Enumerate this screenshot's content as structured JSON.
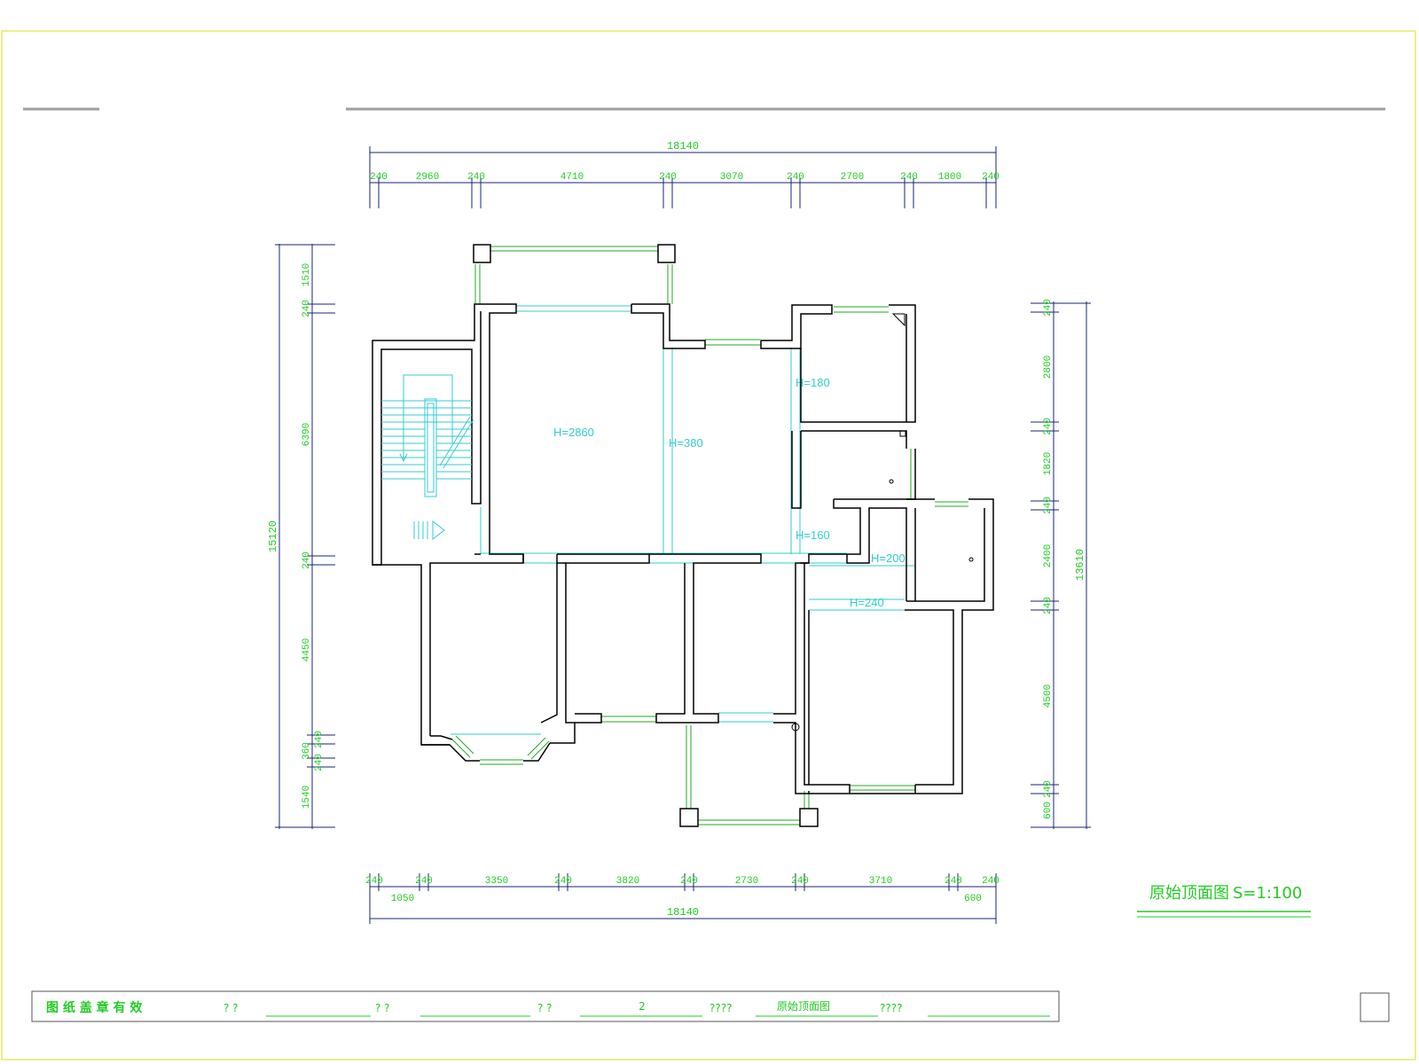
{
  "dimensions": {
    "top_total": "18140",
    "top_segments": [
      "240",
      "2960",
      "240",
      "4710",
      "240",
      "3070",
      "240",
      "2700",
      "240",
      "1800",
      "240"
    ],
    "bottom_segments": [
      "240",
      "240",
      "3350",
      "240",
      "3820",
      "240",
      "2730",
      "240",
      "3710",
      "240",
      "240"
    ],
    "bottom_sub_left": "1050",
    "bottom_sub_right": "600",
    "bottom_total": "18140",
    "left_segments": [
      "1510",
      "240",
      "6390",
      "240",
      "4450",
      "240",
      "360",
      "240",
      "1540"
    ],
    "left_total": "15120",
    "right_segments": [
      "240",
      "2800",
      "240",
      "1820",
      "240",
      "2400",
      "240",
      "4500",
      "240",
      "600"
    ],
    "right_total": "13610"
  },
  "ceiling_labels": [
    "H=2860",
    "H=380",
    "H=180",
    "H=160",
    "H=200",
    "H=240"
  ],
  "drawing_title": "原始顶面图",
  "drawing_scale": "S=1:100",
  "title_block": {
    "stamp_notice": "图 纸 盖 章 有 效",
    "field1_label": "? ?",
    "field2_label": "? ?",
    "field3_label": "? ?",
    "field3_value": "2",
    "field4_label": "????",
    "field4_value": "原始顶面图",
    "field5_label": "????"
  },
  "colors": {
    "wall": "#000000",
    "dimension": "#22cc22",
    "dimension_tick": "#1a237e",
    "ceiling": "#33cccc",
    "window": "#22aa22",
    "frame": "#e8e860",
    "rule": "#a0a0a0"
  }
}
